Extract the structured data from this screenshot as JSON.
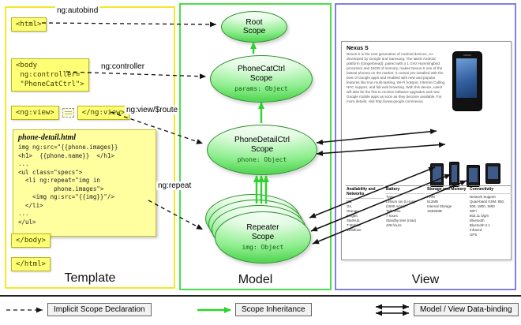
{
  "panels": {
    "template": {
      "title": "Template"
    },
    "model": {
      "title": "Model"
    },
    "view": {
      "title": "View"
    }
  },
  "template": {
    "html_open": "<html>",
    "body_open": "<body\n ng:controller=\n \"PhoneCatCtrl\">",
    "ngview_open": "<ng:view>",
    "ngview_close": "</ng:view>",
    "note_title": "phone-detail.html",
    "note_code": "img ng:src=\"{{phone.images}}\n<h1>  {{phone.name}}  </h1>\n...\n<ul class=\"specs\">\n  <li ng:repeat=\"img in\n          phone.images\">\n    <img ng:src=\"{{img}}\"/>\n  </li>\n...\n</ul>",
    "body_close": "</body>",
    "html_close": "</html>"
  },
  "arrow_labels": {
    "autobind": "ng:autobind",
    "controller": "ng:controller",
    "view_route": "ng:view/$route",
    "repeat": "ng:repeat"
  },
  "scopes": {
    "root": {
      "name": "Root\nScope"
    },
    "phonecat": {
      "name": "PhoneCatCtrl\nScope",
      "prop": "params: Object"
    },
    "phonedetail": {
      "name": "PhoneDetailCtrl\nScope",
      "prop": "phone: Object"
    },
    "repeater": {
      "name": "Repeater\nScope",
      "prop": "img: Object"
    }
  },
  "view": {
    "page_title": "Nexus S",
    "page_text": "Nexus S is the next generation of Android devices, co-developed by Google and Samsung. The latest Android platform (Gingerbread), paired with a 1 GHz Hummingbird processor and 16GB of memory, makes Nexus S one of the fastest phones on the market. It comes pre-installed with the best of Google apps and enabled with new and popular features like true multi-tasking, Wi-Fi hotspot, Internet Calling, NFC support, and full web browsing. With this device, users will also be the first to receive software upgrades and new Google mobile apps as soon as they become available. For more details, visit http://www.google.com/nexus.",
    "specs": [
      {
        "header": "Availability and Networks",
        "body": "M1,\nO2,\nOrange,\nSingtel,\nStarHub,\nT-Mobile,\nVodafone"
      },
      {
        "header": "Battery",
        "body": "Type\nLithium Ion (Li-Ion) (1500 mAH)\nTalk Time\n7 hours\nStandby time (max)\n428 hours"
      },
      {
        "header": "Storage and Memory",
        "body": "RAM\n512MB\nInternal Storage\n16384MB"
      },
      {
        "header": "Connectivity",
        "body": "Network Support\nQuad-band GSM: 850, 900, 1800, 1900\nWiFi\n802.11 b/g/n\nBluetooth\nBluetooth 2.1\nInfrared\nGPS"
      }
    ]
  },
  "legend": {
    "implicit": "Implicit Scope Declaration",
    "inheritance": "Scope Inheritance",
    "binding": "Model / View Data-binding"
  },
  "colors": {
    "template_border": "#f3e82a",
    "model_border": "#4be04b",
    "view_border": "#8080e0",
    "note_bg": "#ffffa0",
    "scope_fill": "#8eee8e",
    "scope_border": "#2f8f2f",
    "inheritance_arrow": "#2bd42b",
    "arrow_black": "#111111"
  }
}
